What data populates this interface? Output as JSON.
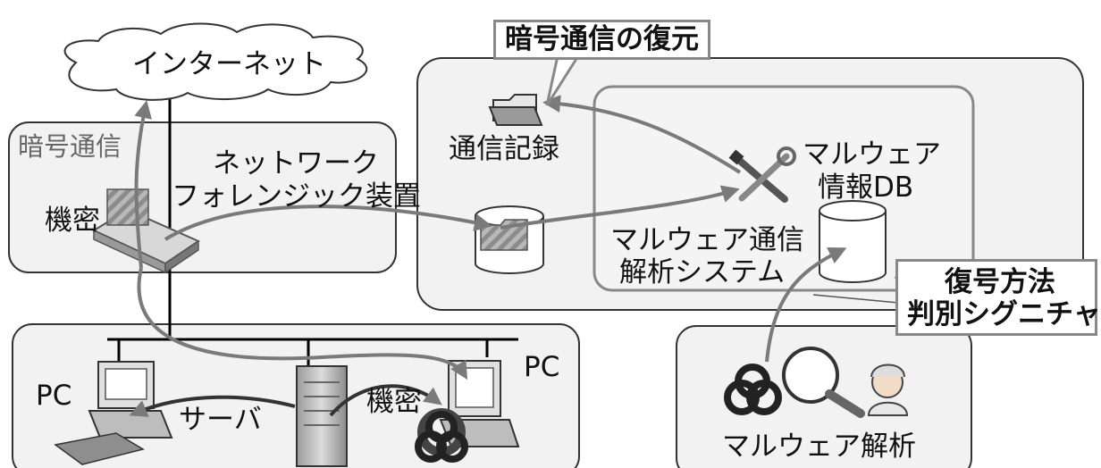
{
  "diagram": {
    "internet": {
      "label": "インターネット"
    },
    "encrypted_panel": {
      "title": "暗号通信",
      "confidential": "機密",
      "device_label_line1": "ネットワーク",
      "device_label_line2": "フォレンジック装置"
    },
    "lan_panel": {
      "pc_left": "PC",
      "pc_right": "PC",
      "server": "サーバ",
      "confidential": "機密"
    },
    "record_panel": {
      "callout": "暗号通信の復元",
      "record_label": "通信記録",
      "system_label_line1": "マルウェア通信",
      "system_label_line2": "解析システム",
      "db_label_line1": "マルウェア",
      "db_label_line2": "情報DB"
    },
    "decrypt_callout": {
      "line1": "復号方法",
      "line2": "判別シグニチャ"
    },
    "malware_panel": {
      "label": "マルウェア解析"
    },
    "icons": [
      "cloud-icon",
      "folder-icon",
      "router-icon",
      "tools-icon",
      "database-icon",
      "pc-icon",
      "server-icon",
      "biohazard-icon",
      "magnifier-icon",
      "analyst-icon"
    ]
  }
}
